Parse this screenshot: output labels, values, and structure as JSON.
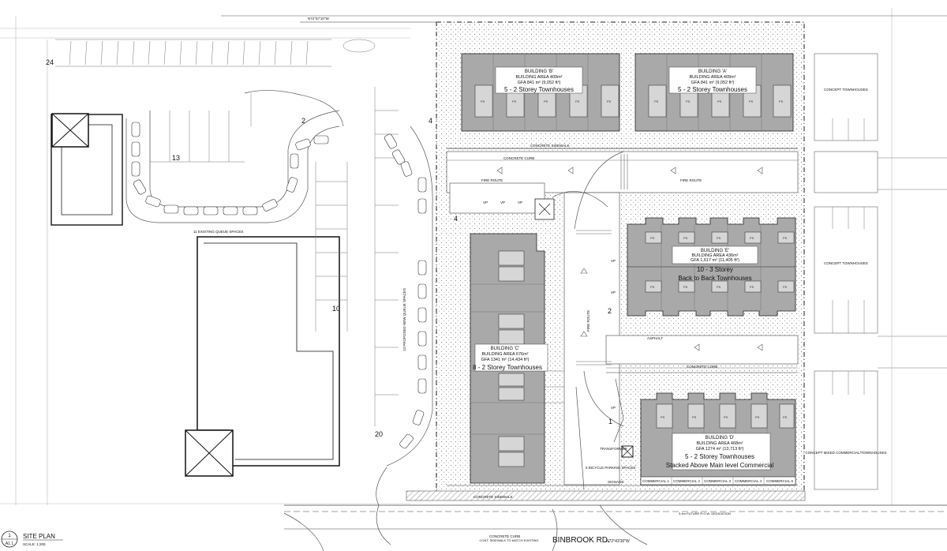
{
  "title": {
    "name": "SITE PLAN",
    "scale": "SCALE: 1:200",
    "ref_num": "1",
    "ref_sheet": "A1.1"
  },
  "street": {
    "name": "BINBROOK RD.",
    "bearing": "N72°43'30\"W"
  },
  "north_bearing": "N72°57'10\"W",
  "buildings": {
    "b": {
      "name": "BUILDING 'B'",
      "area": "BUILDING AREA 409m²",
      "gfa": "GFA 841 m² (9,052 ft²)",
      "desc": "5 - 2 Storey Townhouses"
    },
    "a": {
      "name": "BUILDING 'A'",
      "area": "BUILDING AREA 409m²",
      "gfa": "GFA 841 m² (9,052 ft²)",
      "desc": "5 - 2 Storey Townhouses"
    },
    "e": {
      "name": "BUILDING 'E'",
      "area": "BUILDING AREA 436m²",
      "gfa": "GFA 1,617 m² (11,405 ft²)",
      "desc1": "10 - 3 Storey",
      "desc2": "Back to Back Townhouses"
    },
    "c": {
      "name": "BUILDING 'C'",
      "area": "BUILDING AREA 676m²",
      "gfa": "GFA 1341 m² (14,434 ft²)",
      "desc": "8 - 2 Storey Townhouses"
    },
    "d": {
      "name": "BUILDING 'D'",
      "area": "BUILDING AREA 468m²",
      "gfa": "GFA 1274 m² (13,713 ft²)",
      "desc1": "5 - 2 Storey  Townhouses",
      "desc2": "Stacked Above Main level Commercial"
    }
  },
  "commercial_units": [
    "COMMERCIAL 1",
    "COMMERCIAL 2",
    "COMMERCIAL 3",
    "COMMERCIAL 4",
    "COMMERCIAL 5"
  ],
  "parking_counts": {
    "p24": "24",
    "p13": "13",
    "p2a": "2",
    "p4a": "4",
    "p4b": "4",
    "p10": "10",
    "p20": "20",
    "p2b": "2",
    "p1": "1"
  },
  "labels": {
    "existing_queue": "11 EXISTING QUEUE SPACES",
    "proposed_queue": "13 PROPOSED NEW QUEUE SPACES",
    "fire_route": "FIRE ROUTE",
    "concrete_sidewalk": "CONCRETE SIDEWALK",
    "concrete_curb": "CONCRETE CURB",
    "asphalt": "ASPHALT",
    "transformer": "TRANSFORMER",
    "concept_townhouses": "CONCEPT TOWNHOUSES",
    "concept_mixed": "CONCEPT MIXED COMMERCIAL/TOWNHOUSES",
    "future_row": "3.4m FUTURE R.O.W. DEDICATION",
    "sidewalk_connect": "CONT. SIDEWALK TO MATCH EXISTING",
    "bicycle": "5 BICYCLE PARKING SPACES",
    "signage": "SIGNAGE",
    "ps": "PS",
    "vp": "VP"
  }
}
